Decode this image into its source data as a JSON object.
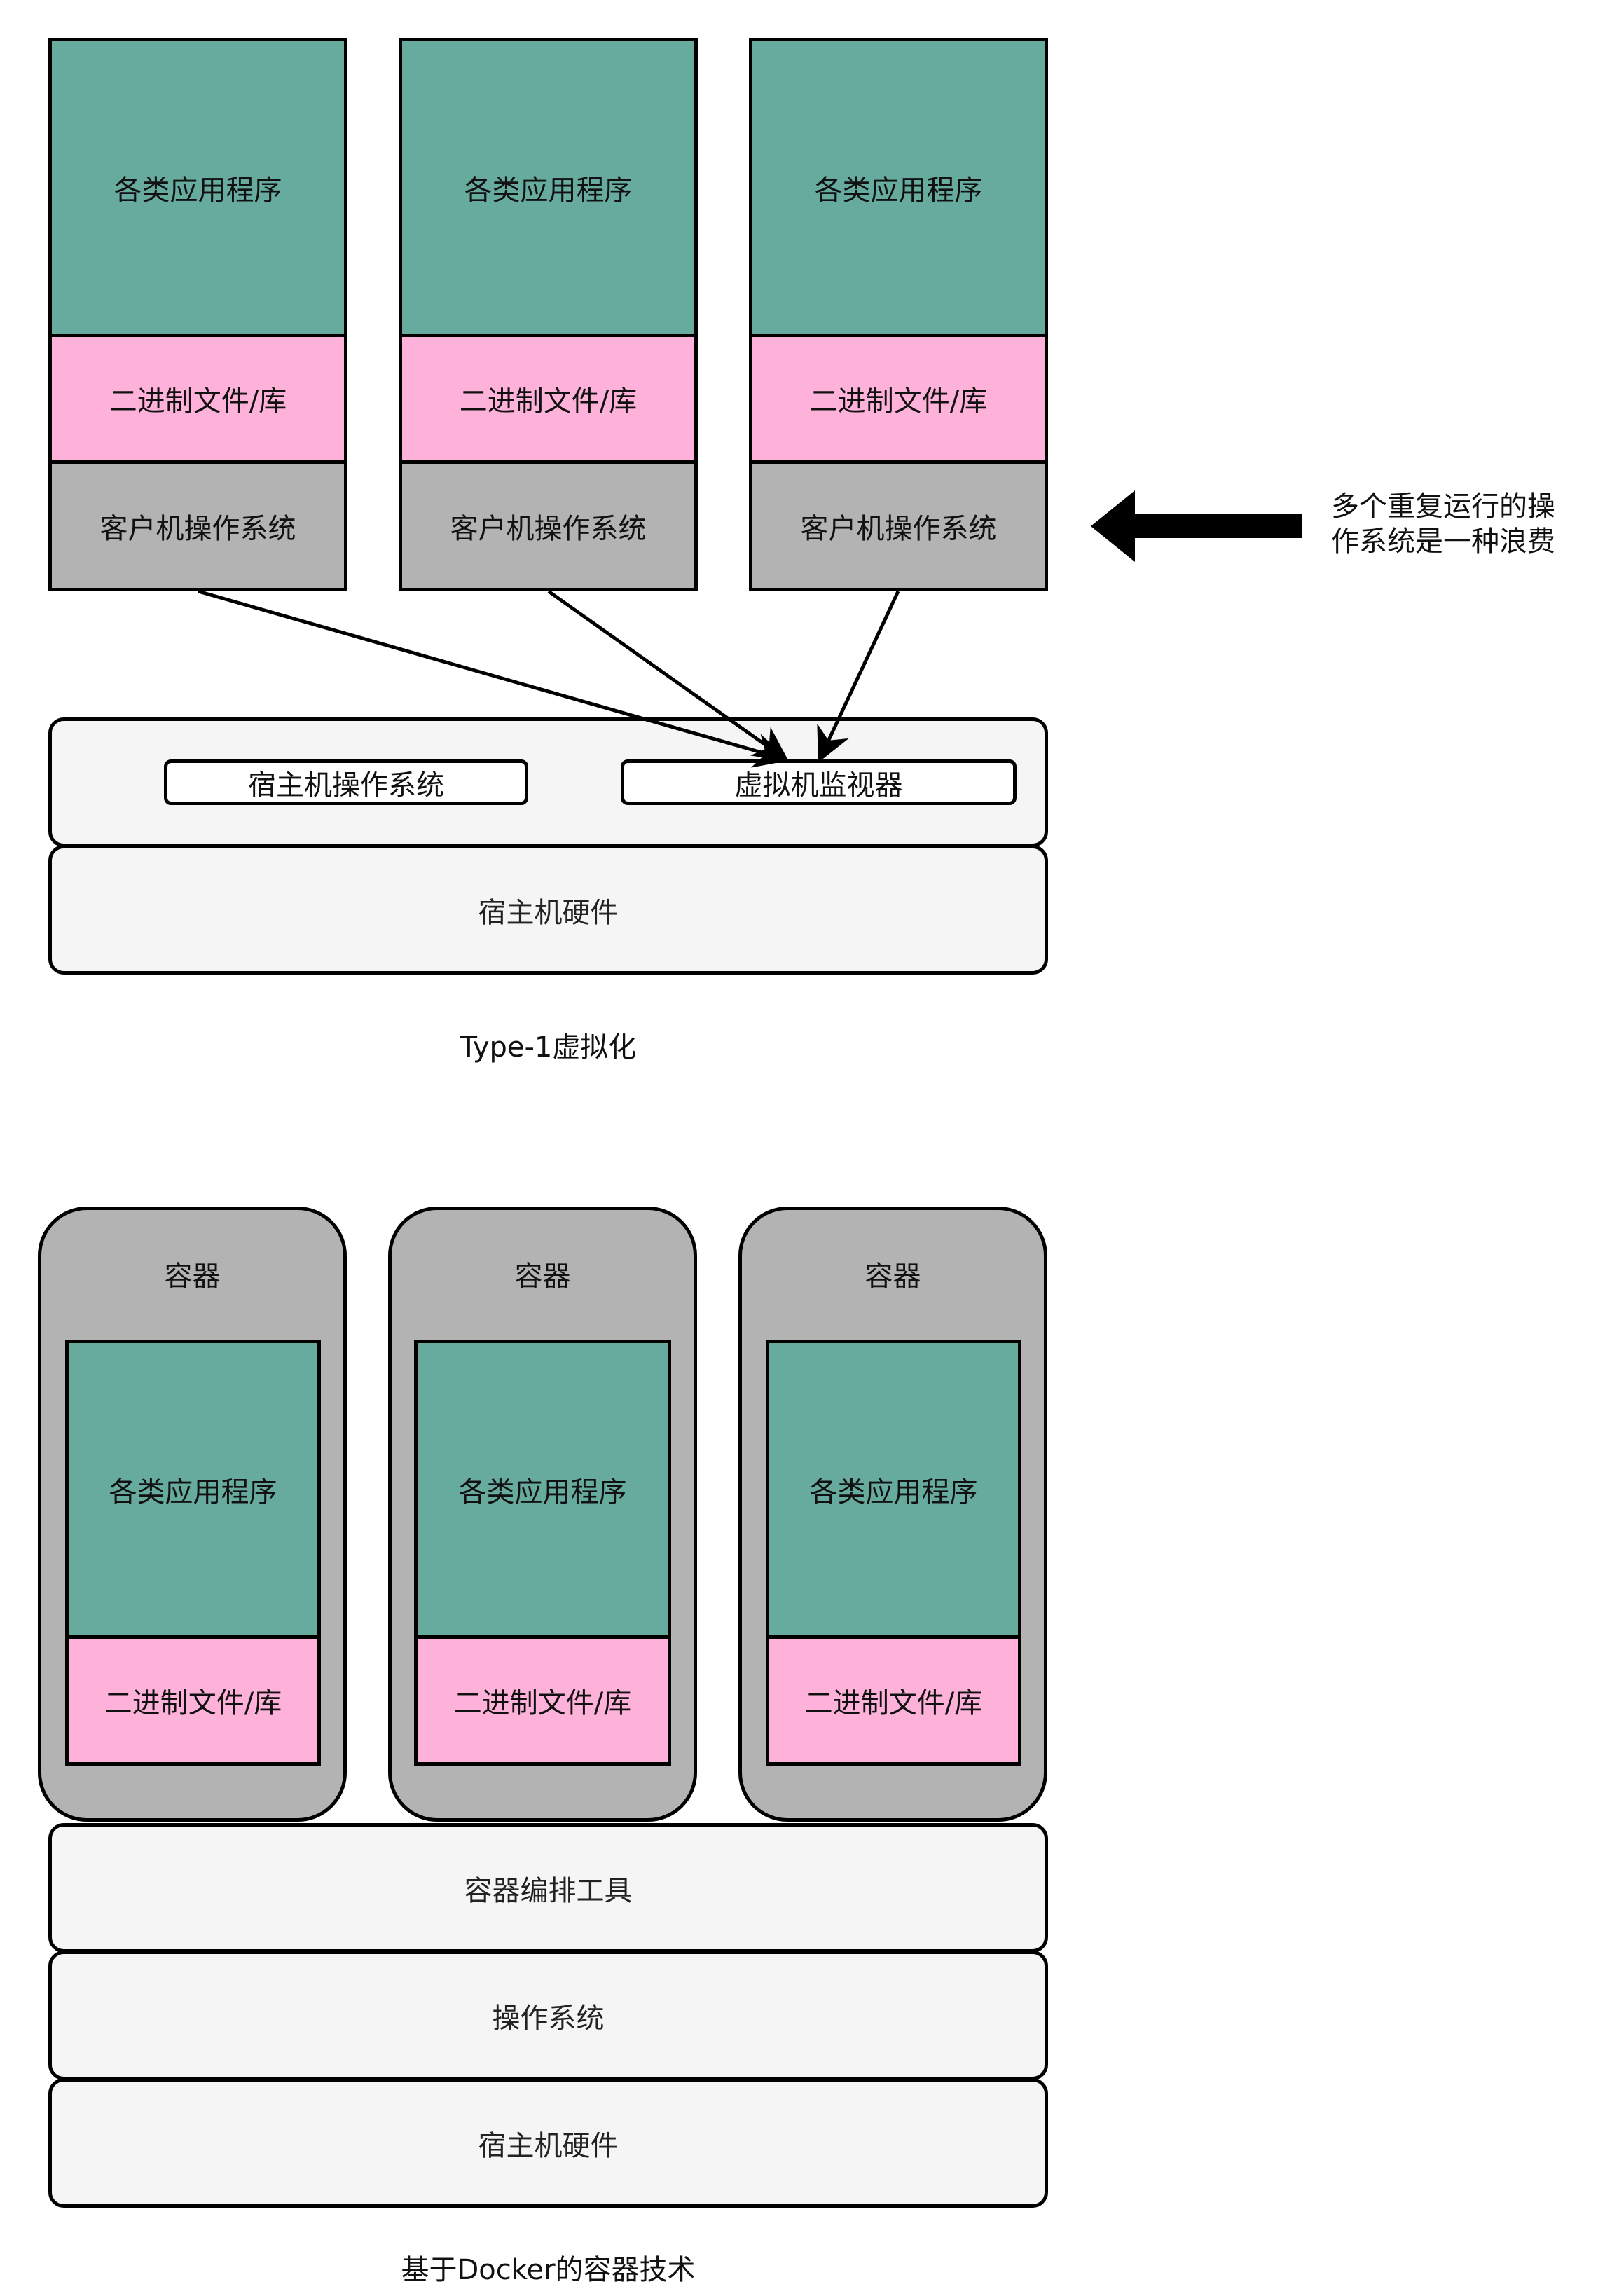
{
  "type1": {
    "stacks": [
      {
        "app": "各类应用程序",
        "lib": "二进制文件/库",
        "os": "客户机操作系统"
      },
      {
        "app": "各类应用程序",
        "lib": "二进制文件/库",
        "os": "客户机操作系统"
      },
      {
        "app": "各类应用程序",
        "lib": "二进制文件/库",
        "os": "客户机操作系统"
      }
    ],
    "host_os": "宿主机操作系统",
    "hypervisor": "虚拟机监视器",
    "hardware": "宿主机硬件",
    "caption": "Type-1虚拟化",
    "note_line1": "多个重复运行的操",
    "note_line2": "作系统是一种浪费"
  },
  "docker": {
    "containers": [
      {
        "label": "容器",
        "app": "各类应用程序",
        "lib": "二进制文件/库"
      },
      {
        "label": "容器",
        "app": "各类应用程序",
        "lib": "二进制文件/库"
      },
      {
        "label": "容器",
        "app": "各类应用程序",
        "lib": "二进制文件/库"
      }
    ],
    "orchestration": "容器编排工具",
    "os": "操作系统",
    "hardware": "宿主机硬件",
    "caption": "基于Docker的容器技术"
  },
  "colors": {
    "app": "#67ab9f",
    "lib": "#ffb2d9",
    "guest_os": "#b3b3b3",
    "light_layer": "#f5f5f5"
  }
}
